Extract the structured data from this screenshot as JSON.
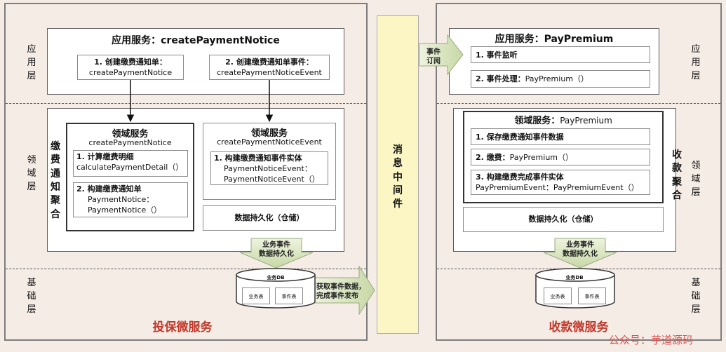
{
  "layers": {
    "app": "应用层",
    "domain": "领域层",
    "infra": "基础层"
  },
  "left": {
    "service_name": "投保微服务",
    "app_title": "应用服务：createPaymentNotice",
    "app_step1_l1": "1. 创建缴费通知单：",
    "app_step1_l2": "createPaymentNotice",
    "app_step2_l1": "2. 创建缴费通知单事件：",
    "app_step2_l2": "createPaymentNoticeEvent",
    "aggregate": "缴费通知聚合",
    "ds1_title": "领域服务",
    "ds1_sub": "createPaymentNotice",
    "ds1_item1_l1": "1. 计算缴费明细",
    "ds1_item1_l2": "calculatePaymentDetail（）",
    "ds1_item2_l1": "2. 构建缴费通知单",
    "ds1_item2_l2": "PaymentNotice：",
    "ds1_item2_l3": "PaymentNotice（）",
    "ds2_title": "领域服务",
    "ds2_sub": "createPaymentNoticeEvent",
    "ds2_item1_l1": "1. 构建缴费通知事件实体",
    "ds2_item1_l2": "PaymentNoticeEvent：",
    "ds2_item1_l3": "PaymentNoticeEvent（）",
    "persist": "数据持久化（仓储）",
    "arrow_down_l1": "业务事件",
    "arrow_down_l2": "数据持久化",
    "db_title": "业务DB",
    "db_table1": "业务表",
    "db_table2": "事件表",
    "publish_l1": "获取事件数据，",
    "publish_l2": "完成事件发布"
  },
  "middle": {
    "mq": "消息中间件",
    "subscribe_l1": "事件",
    "subscribe_l2": "订阅"
  },
  "right": {
    "service_name": "收款微服务",
    "app_title": "应用服务：PayPremium",
    "app_step1": "1. 事件监听",
    "app_step2_b": "2. 事件处理：",
    "app_step2_n": "PayPremium（）",
    "aggregate": "收款聚合",
    "ds_title_b": "领域服务：",
    "ds_title_n": "PayPremium",
    "ds_item1": "1. 保存缴费通知事件数据",
    "ds_item2_b": "2. 缴费：",
    "ds_item2_n": "PayPremium（）",
    "ds_item3_l1": "3. 构建缴费完成事件实体",
    "ds_item3_l2": "PayPremiumEvent：PayPremiumEvent（）",
    "persist": "数据持久化（仓储）",
    "arrow_down_l1": "业务事件",
    "arrow_down_l2": "数据持久化",
    "db_title": "业务DB",
    "db_table1": "业务表",
    "db_table2": "事件表"
  },
  "watermark": "公众号：芋道源码"
}
